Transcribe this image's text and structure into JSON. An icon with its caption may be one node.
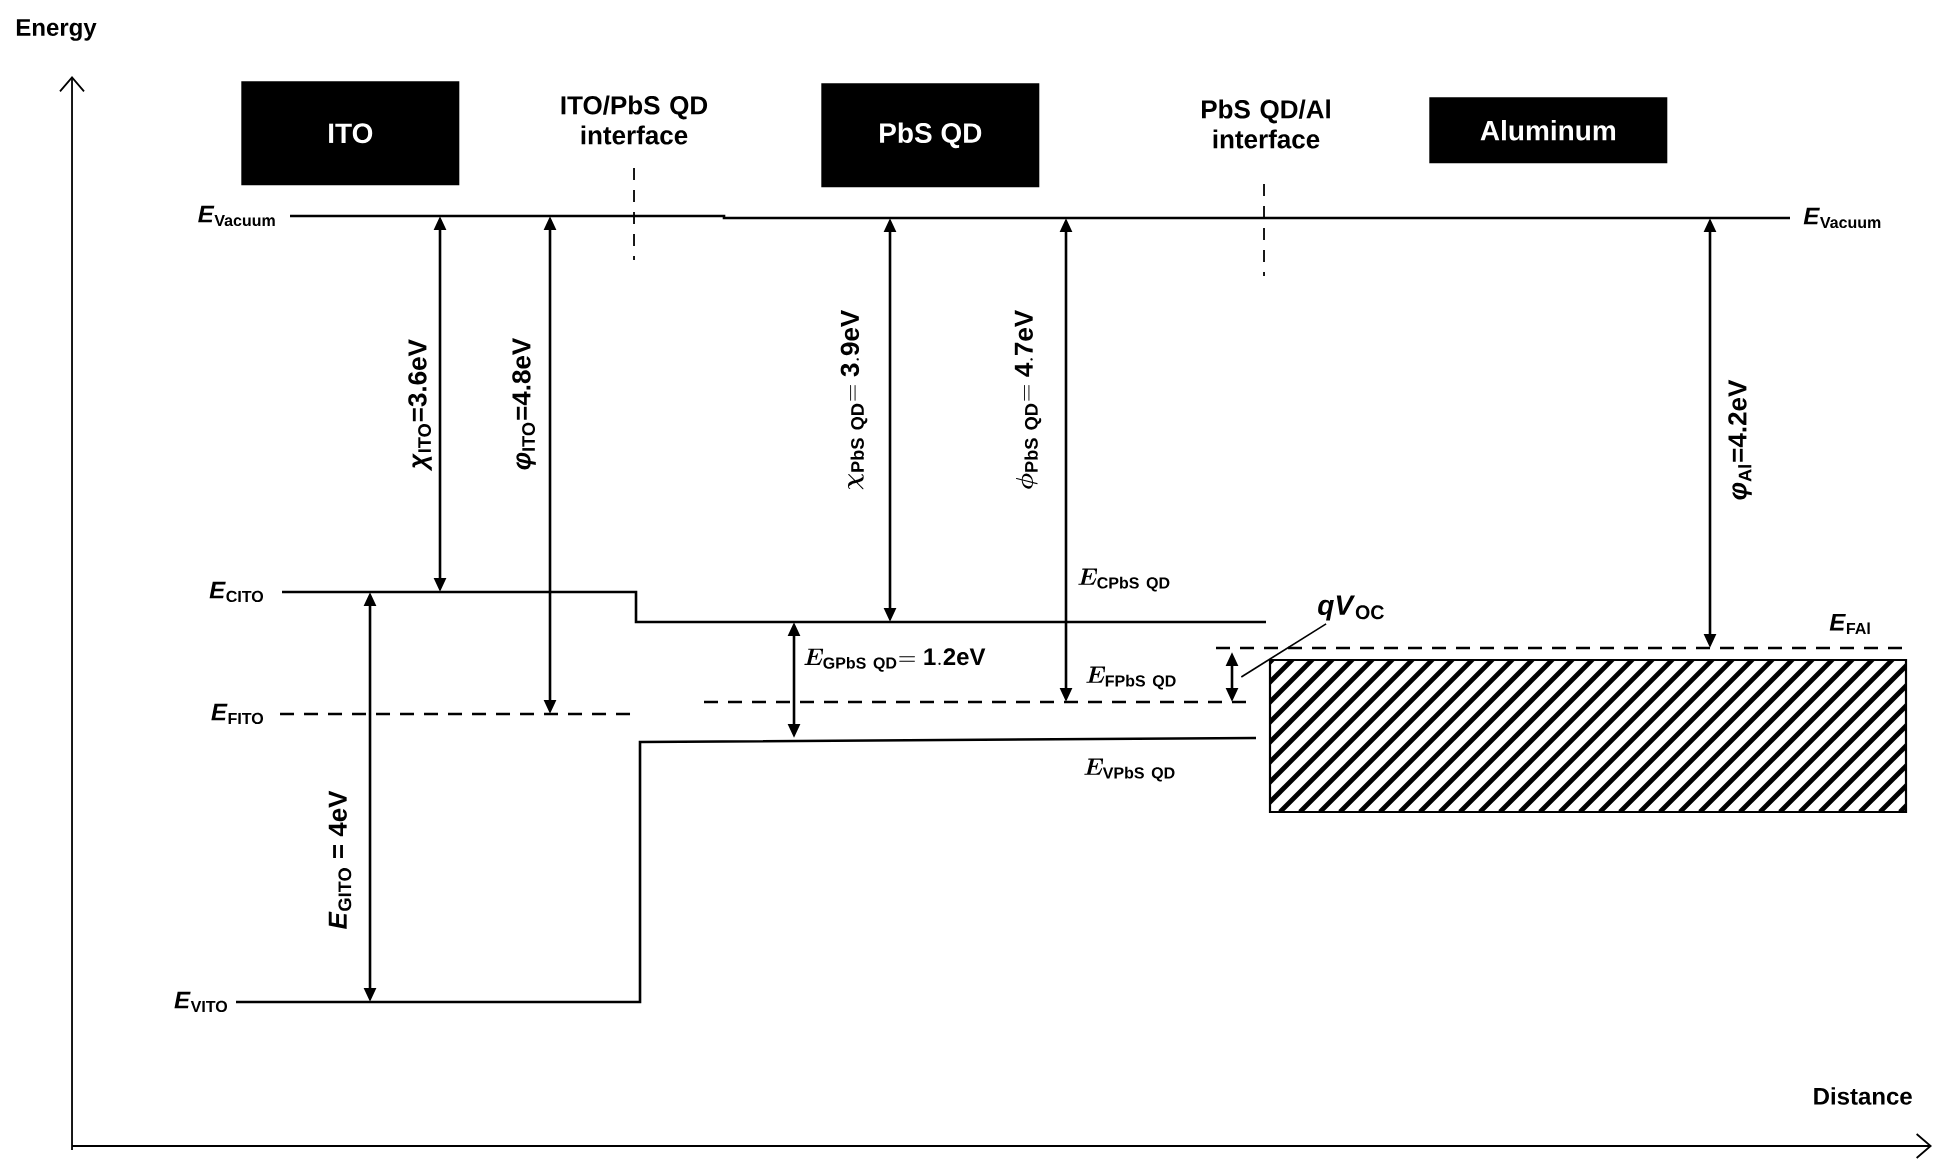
{
  "diagram": {
    "nodes": [
      {
        "text": [
          "ITO"
        ]
      },
      {
        "text": [
          "PbS QD"
        ]
      },
      {
        "text": [
          "Aluminum"
        ]
      },
      {
        "text": [
          "*qV*$_{OC}$"
        ]
      },
      {
        "text": [],
        "shape": "arrow"
      }
    ],
    "edges": [
      {
        "from": 3,
        "to": 4,
        "arrow": "none"
      }
    ],
    "labels": [
      "Energy",
      "Distance",
      "ITO/PbS QD interface",
      "PbS QD/Al interface",
      "*E*$_{Vacuum}$",
      "*E*$_{Vacuum}$",
      "*χ*$_{ITO}$=3.6eV",
      "*φ*$_{ITO}$=4.8eV",
      "\\bm{\\chi}_{\\mathbf{PbS\\ QD}}\\mathbf{=3.9eV}",
      "\\bm{\\phi}_{\\mathbf{PbS\\ QD}}\\mathbf{=4.7eV}",
      "*φ*$_{Al}$=4.2eV",
      "*E*$_{CITO}$",
      "*E*$_{FITO}$",
      "*E*$_{VITO}$",
      "*E*$_{GITO}$ = 4eV",
      "\\bm{E}_{\\mathbf{CPbS\\ QD}}",
      "\\bm{E}_{\\mathbf{GPbS\\ QD}}\\mathbf{=1.2eV}",
      "\\bm{E}_{\\mathbf{FPbS\\ QD}}",
      "\\bm{E}_{\\mathbf{VPbS\\ QD}}",
      "*E*$_{FAl}$"
    ]
  }
}
